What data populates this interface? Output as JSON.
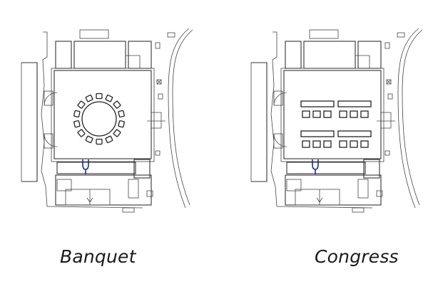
{
  "plans": [
    {
      "id": "banquet",
      "label": "Banquet",
      "setup": "round-table",
      "chairs": 14
    },
    {
      "id": "congress",
      "label": "Congress",
      "setup": "rows",
      "table_rows": 2,
      "tables_per_row": 2,
      "chairs_per_table": 3
    }
  ],
  "colors": {
    "walls": "#333333",
    "furniture": "#222222",
    "accent": "#1c2e8c",
    "caption": "#1a1a1a"
  },
  "icons": [
    "fork-icon"
  ]
}
